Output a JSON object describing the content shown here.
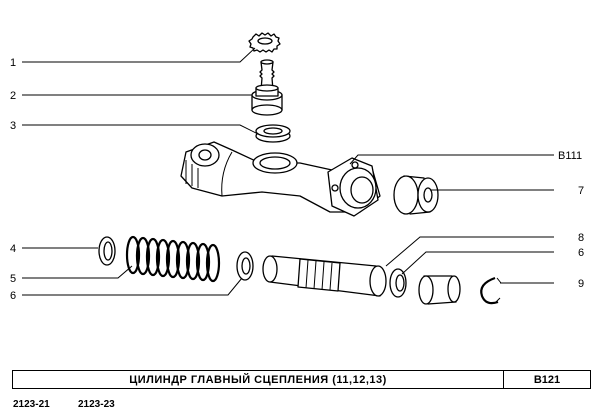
{
  "callouts": [
    {
      "id": "c1",
      "text": "1"
    },
    {
      "id": "c2",
      "text": "2"
    },
    {
      "id": "c3",
      "text": "3"
    },
    {
      "id": "c4",
      "text": "4"
    },
    {
      "id": "c5",
      "text": "5"
    },
    {
      "id": "c6a",
      "text": "6"
    },
    {
      "id": "b111",
      "text": "B111"
    },
    {
      "id": "c7",
      "text": "7"
    },
    {
      "id": "c8",
      "text": "8"
    },
    {
      "id": "c6b",
      "text": "6"
    },
    {
      "id": "c9",
      "text": "9"
    }
  ],
  "title_block": {
    "title": "ЦИЛИНДР   ГЛАВНЫЙ     СЦЕПЛЕНИЯ  (11,12,13)",
    "code": "B121"
  },
  "models": [
    "2123-21",
    "2123-23"
  ]
}
